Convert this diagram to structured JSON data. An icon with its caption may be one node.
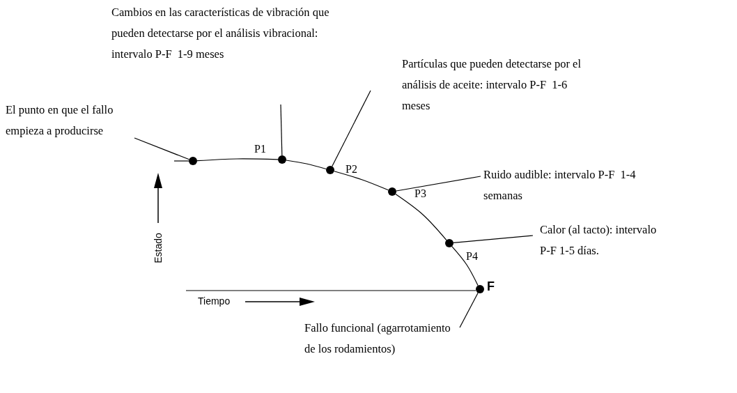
{
  "diagram": {
    "nodes": [
      {
        "text": [
          "El punto en que el fallo empieza a producirse"
        ]
      },
      {
        "text": [
          "Cambios en las características de vibración que pueden detectarse por el análisis vibracional: intervalo P-F  1-9 meses"
        ]
      },
      {
        "text": [
          "Partículas que pueden detectarse por el análisis de aceite: intervalo P-F  1-6 meses"
        ]
      },
      {
        "text": [
          "Ruido audible: intervalo P-F  1-4 semanas"
        ]
      },
      {
        "text": [
          "Calor (al tacto): intervalo P-F 1-5 días."
        ]
      },
      {
        "text": [
          "Fallo funcional (agarrotamiento de los rodamientos)"
        ]
      },
      {
        "text": [],
        "shape": "circle"
      },
      {
        "text": [],
        "shape": "circle",
        "beside": [
          "P1"
        ]
      },
      {
        "text": [],
        "shape": "circle",
        "beside": [
          "P2"
        ]
      },
      {
        "text": [],
        "shape": "circle",
        "beside": [
          "P3"
        ]
      },
      {
        "text": [],
        "shape": "circle",
        "beside": [
          "P4"
        ]
      },
      {
        "text": [],
        "shape": "circle",
        "beside": [
          "F"
        ]
      }
    ],
    "edges": [
      {
        "from": 0,
        "to": 6,
        "arrow": "none"
      },
      {
        "from": 1,
        "to": 7,
        "arrow": "none"
      },
      {
        "from": 2,
        "to": 8,
        "arrow": "none"
      },
      {
        "from": 3,
        "to": 9,
        "arrow": "none"
      },
      {
        "from": 4,
        "to": 10,
        "arrow": "none"
      },
      {
        "from": 5,
        "to": 11,
        "arrow": "none"
      },
      {
        "from": 6,
        "to": 7,
        "arrow": "none"
      },
      {
        "from": 7,
        "to": 8,
        "arrow": "none"
      },
      {
        "from": 8,
        "to": 9,
        "arrow": "none"
      },
      {
        "from": 9,
        "to": 10,
        "arrow": "none"
      },
      {
        "from": 10,
        "to": 11,
        "arrow": "none"
      }
    ],
    "labels": [
      "Estado",
      "Tiempo"
    ]
  }
}
